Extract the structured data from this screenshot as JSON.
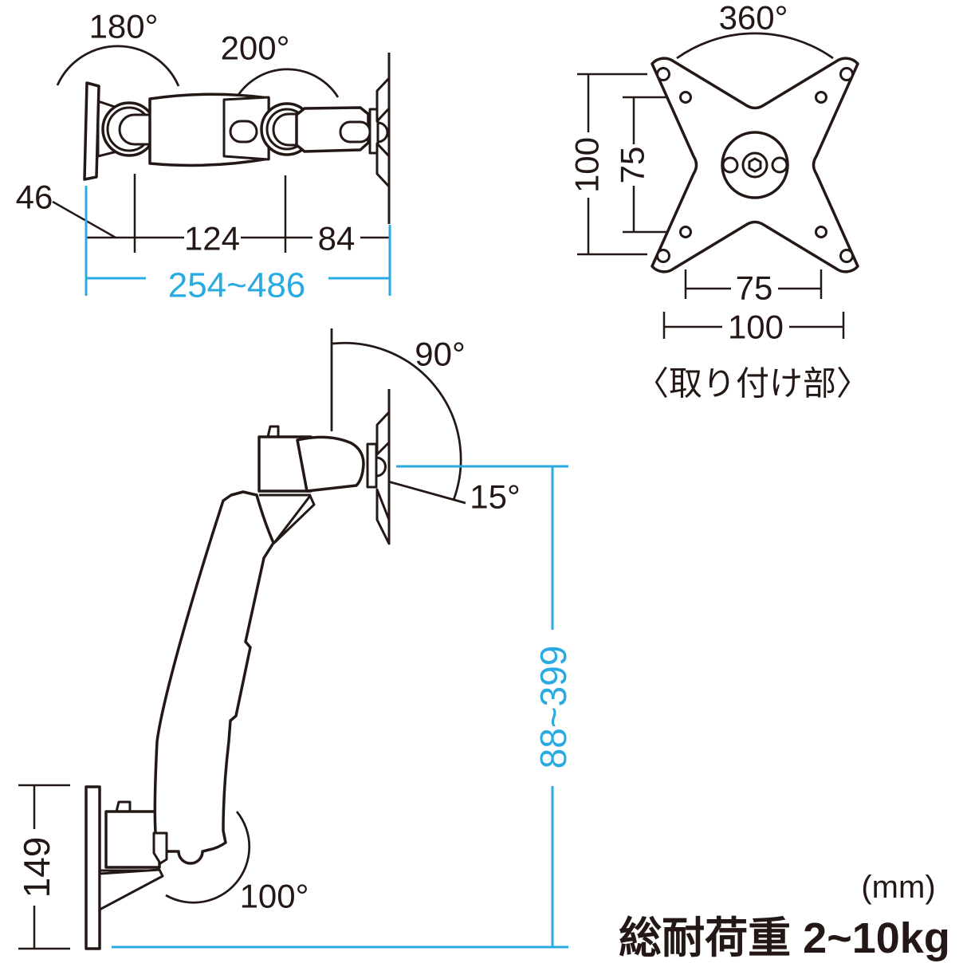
{
  "colors": {
    "line": "#231815",
    "accent": "#29abe2",
    "bg": "#ffffff"
  },
  "top_view": {
    "angle_first_joint": "180°",
    "angle_second_joint": "200°",
    "dim_wall_offset": "46",
    "dim_arm_length": "124",
    "dim_forearm_length": "84",
    "dim_reach_range": "254~486"
  },
  "vesa_view": {
    "angle_rotation": "360°",
    "dim_vertical_outer": "100",
    "dim_vertical_inner": "75",
    "dim_horizontal_inner": "75",
    "dim_horizontal_outer": "100",
    "caption": "〈取り付け部〉"
  },
  "side_view": {
    "angle_upward": "90°",
    "angle_downward": "15°",
    "angle_base_swivel": "100°",
    "dim_bracket_height": "149",
    "dim_height_range": "88~399"
  },
  "footer": {
    "unit_note": "(mm)",
    "load_capacity": "総耐荷重 2~10kg"
  }
}
